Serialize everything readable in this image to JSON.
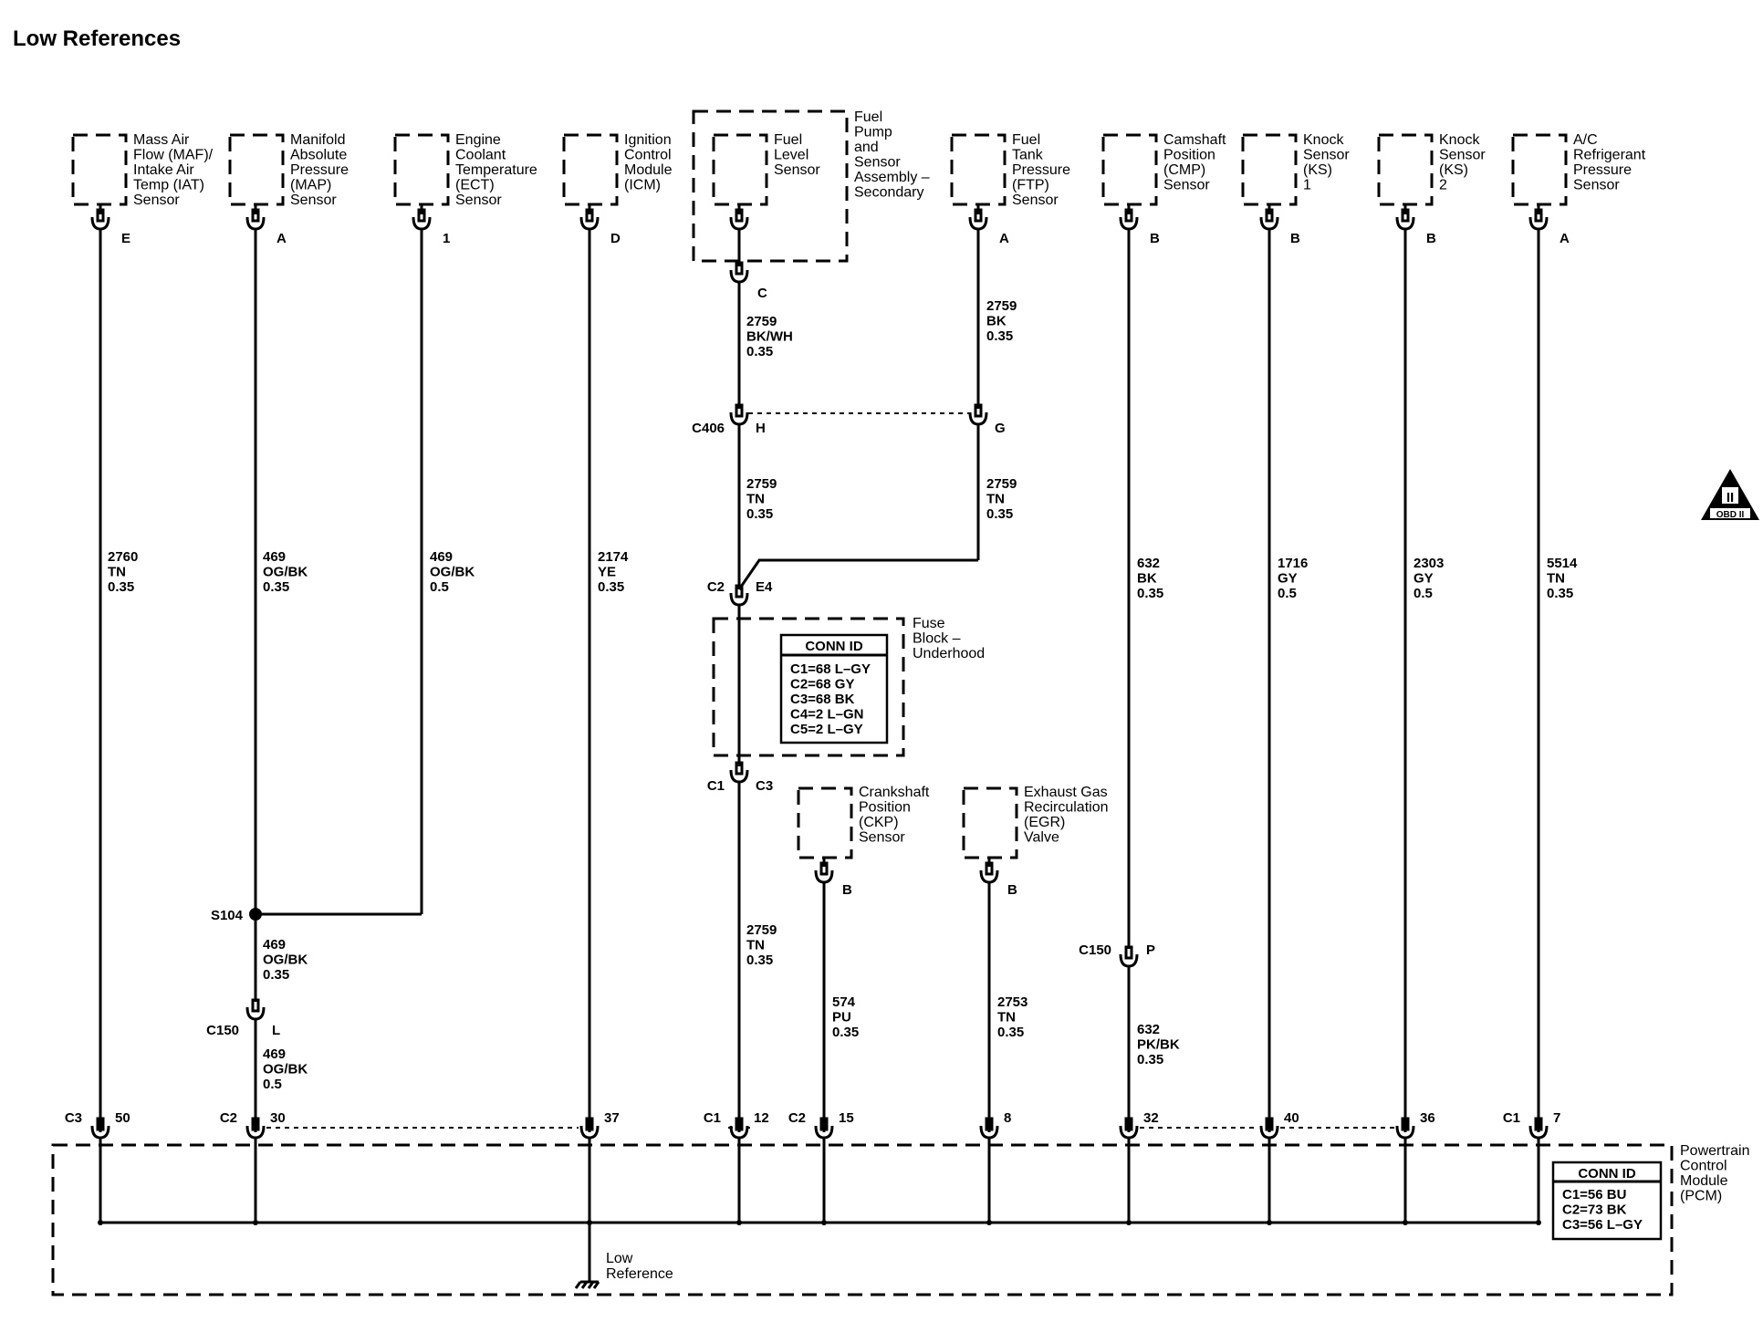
{
  "title": "Low References",
  "components": {
    "maf": [
      "Mass Air",
      "Flow (MAF)/",
      "Intake Air",
      "Temp (IAT)",
      "Sensor"
    ],
    "map": [
      "Manifold",
      "Absolute",
      "Pressure",
      "(MAP)",
      "Sensor"
    ],
    "ect": [
      "Engine",
      "Coolant",
      "Temperature",
      "(ECT)",
      "Sensor"
    ],
    "icm": [
      "Ignition",
      "Control",
      "Module",
      "(ICM)"
    ],
    "fuel_level": [
      "Fuel",
      "Level",
      "Sensor"
    ],
    "fuel_pump": [
      "Fuel",
      "Pump",
      "and",
      "Sensor",
      "Assembly –",
      "Secondary"
    ],
    "ftp": [
      "Fuel",
      "Tank",
      "Pressure",
      "(FTP)",
      "Sensor"
    ],
    "cmp": [
      "Camshaft",
      "Position",
      "(CMP)",
      "Sensor"
    ],
    "ks1": [
      "Knock",
      "Sensor",
      "(KS)",
      "1"
    ],
    "ks2": [
      "Knock",
      "Sensor",
      "(KS)",
      "2"
    ],
    "ac": [
      "A/C",
      "Refrigerant",
      "Pressure",
      "Sensor"
    ],
    "ckp": [
      "Crankshaft",
      "Position",
      "(CKP)",
      "Sensor"
    ],
    "egr": [
      "Exhaust Gas",
      "Recirculation",
      "(EGR)",
      "Valve"
    ],
    "fuse_block": [
      "Fuse",
      "Block –",
      "Underhood"
    ],
    "pcm": [
      "Powertrain",
      "Control",
      "Module",
      "(PCM)"
    ]
  },
  "fuse_conn_id": {
    "header": "CONN ID",
    "rows": [
      "C1=68 L–GY",
      "C2=68 GY",
      "C3=68 BK",
      "C4=2 L–GN",
      "C5=2 L–GY"
    ]
  },
  "pcm_conn_id": {
    "header": "CONN ID",
    "rows": [
      "C1=56 BU",
      "C2=73 BK",
      "C3=56 L–GY"
    ]
  },
  "pins": {
    "maf": "E",
    "map": "A",
    "ect": "1",
    "icm": "D",
    "fuel_level": "C",
    "ftp": "A",
    "cmp": "B",
    "ks1": "B",
    "ks2": "B",
    "ac": "A",
    "ckp": "B",
    "egr": "B",
    "c406_fuel": "H",
    "c406_ftp": "G",
    "c406": "C406",
    "c2_fb": "C2",
    "e4": "E4",
    "c1_fb": "C1",
    "c3_fb": "C3",
    "s104": "S104",
    "c150_map": "C150",
    "c150_map_pin": "L",
    "c150_cmp": "C150",
    "c150_cmp_pin": "P"
  },
  "wires": {
    "maf": [
      "2760",
      "TN",
      "0.35"
    ],
    "map_upper": [
      "469",
      "OG/BK",
      "0.35"
    ],
    "ect": [
      "469",
      "OG/BK",
      "0.5"
    ],
    "icm": [
      "2174",
      "YE",
      "0.35"
    ],
    "fuel_level": [
      "2759",
      "BK/WH",
      "0.35"
    ],
    "ftp_upper": [
      "2759",
      "BK",
      "0.35"
    ],
    "fuel_mid": [
      "2759",
      "TN",
      "0.35"
    ],
    "ftp_mid": [
      "2759",
      "TN",
      "0.35"
    ],
    "fuel_lower": [
      "2759",
      "TN",
      "0.35"
    ],
    "map_mid": [
      "469",
      "OG/BK",
      "0.35"
    ],
    "map_lower": [
      "469",
      "OG/BK",
      "0.5"
    ],
    "ckp": [
      "574",
      "PU",
      "0.35"
    ],
    "egr": [
      "2753",
      "TN",
      "0.35"
    ],
    "cmp_upper": [
      "632",
      "BK",
      "0.35"
    ],
    "cmp_lower": [
      "632",
      "PK/BK",
      "0.35"
    ],
    "ks1": [
      "1716",
      "GY",
      "0.5"
    ],
    "ks2": [
      "2303",
      "GY",
      "0.5"
    ],
    "ac": [
      "5514",
      "TN",
      "0.35"
    ]
  },
  "pcm_pins": [
    {
      "conn": "C3",
      "pin": "50"
    },
    {
      "conn": "C2",
      "pin": "30"
    },
    {
      "conn": "",
      "pin": "37"
    },
    {
      "conn": "C1",
      "pin": "12"
    },
    {
      "conn": "C2",
      "pin": "15"
    },
    {
      "conn": "",
      "pin": "8"
    },
    {
      "conn": "",
      "pin": "32"
    },
    {
      "conn": "",
      "pin": "40"
    },
    {
      "conn": "",
      "pin": "36"
    },
    {
      "conn": "C1",
      "pin": "7"
    }
  ],
  "low_reference": [
    "Low",
    "Reference"
  ],
  "obd_badge": {
    "numeral": "II",
    "text": "OBD II"
  }
}
